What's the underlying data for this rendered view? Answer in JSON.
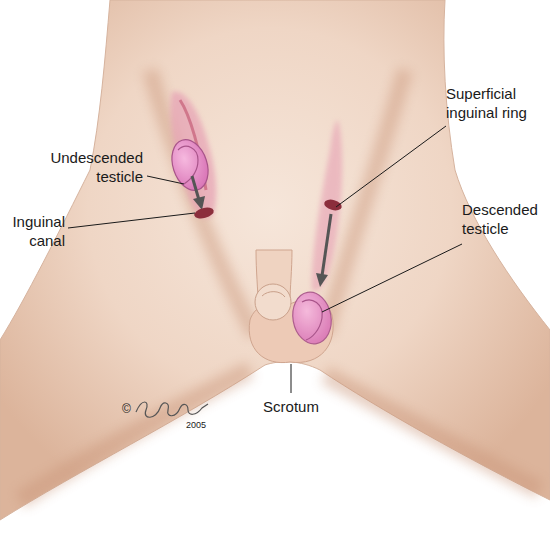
{
  "diagram": {
    "labels": [
      "Undescended testicle",
      "Inguinal canal",
      "Superficial inguinal ring",
      "Descended testicle",
      "Scrotum",
      "©",
      "2005"
    ]
  }
}
